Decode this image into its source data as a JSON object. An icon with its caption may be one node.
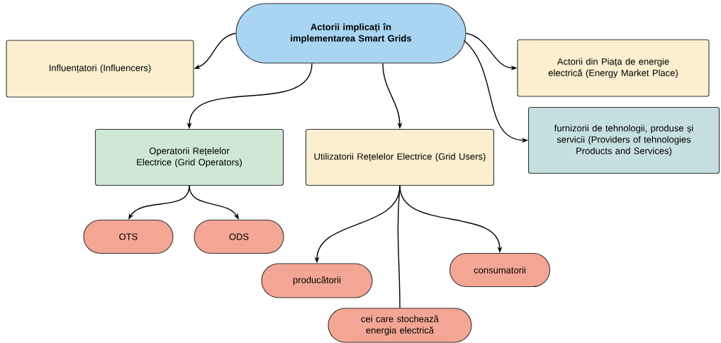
{
  "diagram": {
    "nodes": [
      {
        "text": [
          "Actorii implicați în implementarea Smart Grids"
        ]
      },
      {
        "text": [
          "Influențatori (Influencers)"
        ]
      },
      {
        "text": [
          "Actorii din Piața de energie electrică (Energy Market Place)"
        ]
      },
      {
        "text": [
          "furnizorii de tehnologii, produse și servicii (Providers of tehnologies Products and Services)"
        ]
      },
      {
        "text": [
          "Operatorii Rețelelor Electrice (Grid Operators)"
        ]
      },
      {
        "text": [
          "Utilizatorii Rețelelor Electrice (Grid Users)"
        ]
      },
      {
        "text": [
          "OTS"
        ]
      },
      {
        "text": [
          "ODS"
        ]
      },
      {
        "text": [
          "consumatorii"
        ]
      },
      {
        "text": [
          "producătorii"
        ]
      },
      {
        "text": [
          "cei care stochează energia electrică"
        ]
      }
    ],
    "edges": [
      {
        "from": 0,
        "to": 1,
        "arrow": "to"
      },
      {
        "from": 0,
        "to": 2,
        "arrow": "to"
      },
      {
        "from": 0,
        "to": 3,
        "arrow": "to"
      },
      {
        "from": 0,
        "to": 4,
        "arrow": "to"
      },
      {
        "from": 0,
        "to": 5,
        "arrow": "to"
      },
      {
        "from": 4,
        "to": 6,
        "arrow": "to"
      },
      {
        "from": 4,
        "to": 7,
        "arrow": "to"
      },
      {
        "from": 5,
        "to": 8,
        "arrow": "to"
      },
      {
        "from": 5,
        "to": 9,
        "arrow": "to"
      },
      {
        "from": 5,
        "to": 10,
        "arrow": "none"
      }
    ]
  }
}
